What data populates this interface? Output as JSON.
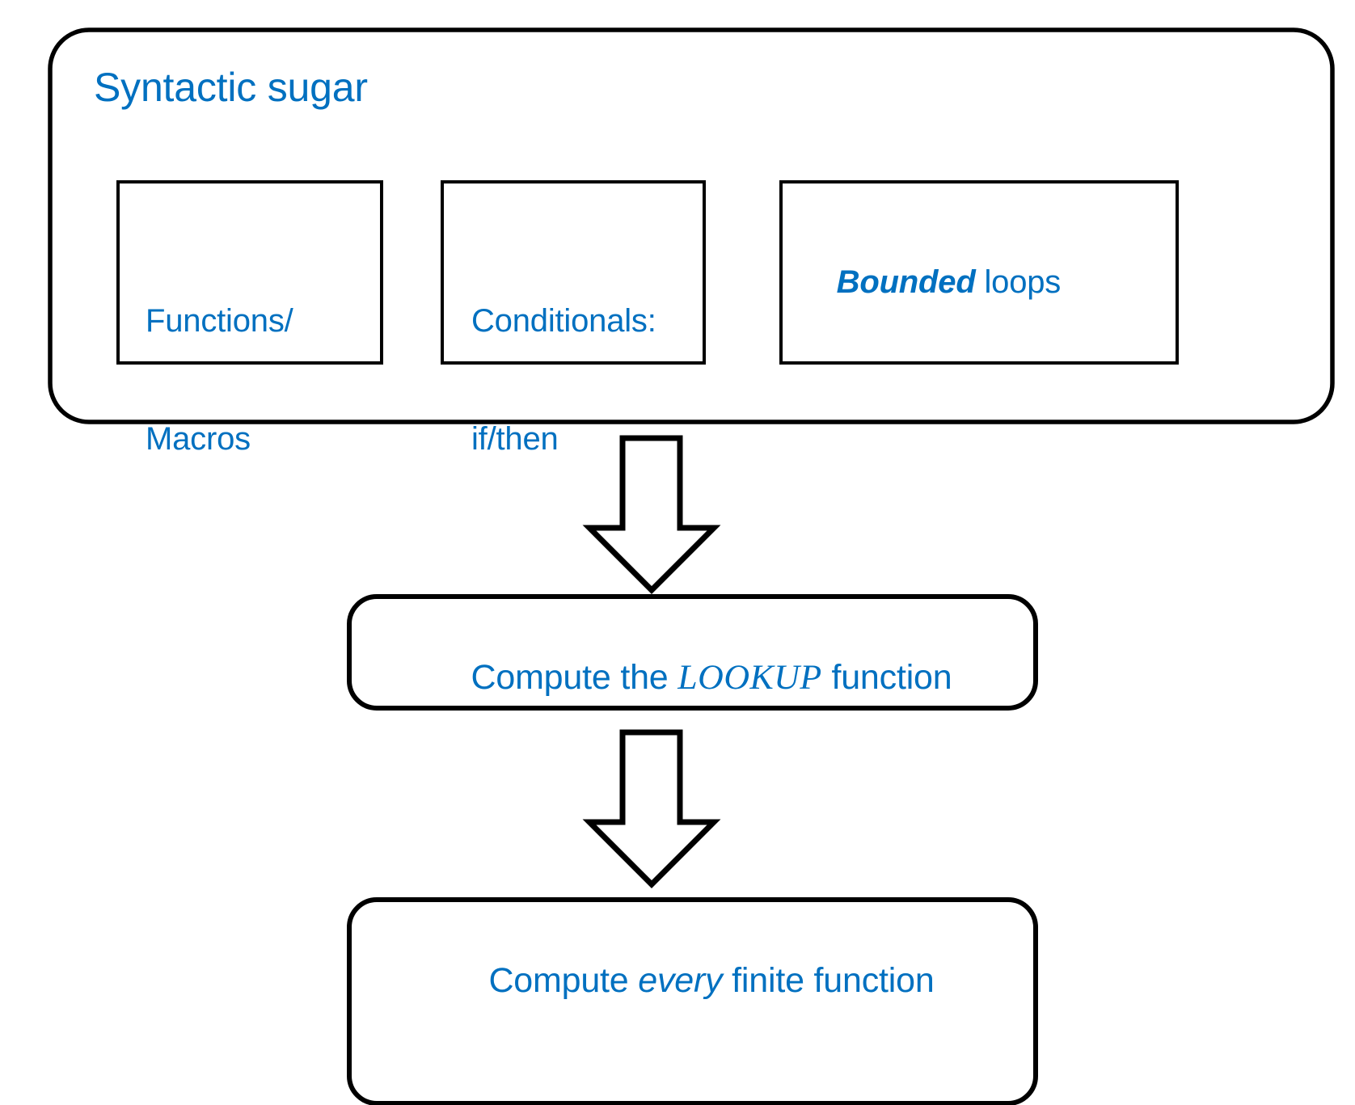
{
  "diagram": {
    "type": "flow-diagram",
    "title": "Syntactic sugar",
    "accent_color": "#0070C0",
    "stroke_color": "#000000",
    "background_color": "#FFFFFF",
    "group": {
      "label": "Syntactic sugar",
      "items": [
        {
          "id": "functions-macros",
          "line1": "Functions/",
          "line2": "Macros"
        },
        {
          "id": "conditionals",
          "line1": "Conditionals:",
          "line2": "if/then"
        },
        {
          "id": "bounded-loops",
          "emphasis": "Bounded",
          "rest": " loops"
        }
      ]
    },
    "stages": [
      {
        "id": "lookup",
        "prefix": "Compute the ",
        "emphasis": "LOOKUP",
        "suffix": " function"
      },
      {
        "id": "every-finite",
        "prefix": "Compute ",
        "emphasis": "every",
        "suffix": " finite function"
      }
    ],
    "connectors": [
      {
        "id": "arrow-group-to-lookup",
        "icon": "down-block-arrow-icon"
      },
      {
        "id": "arrow-lookup-to-every",
        "icon": "down-block-arrow-icon"
      }
    ]
  }
}
